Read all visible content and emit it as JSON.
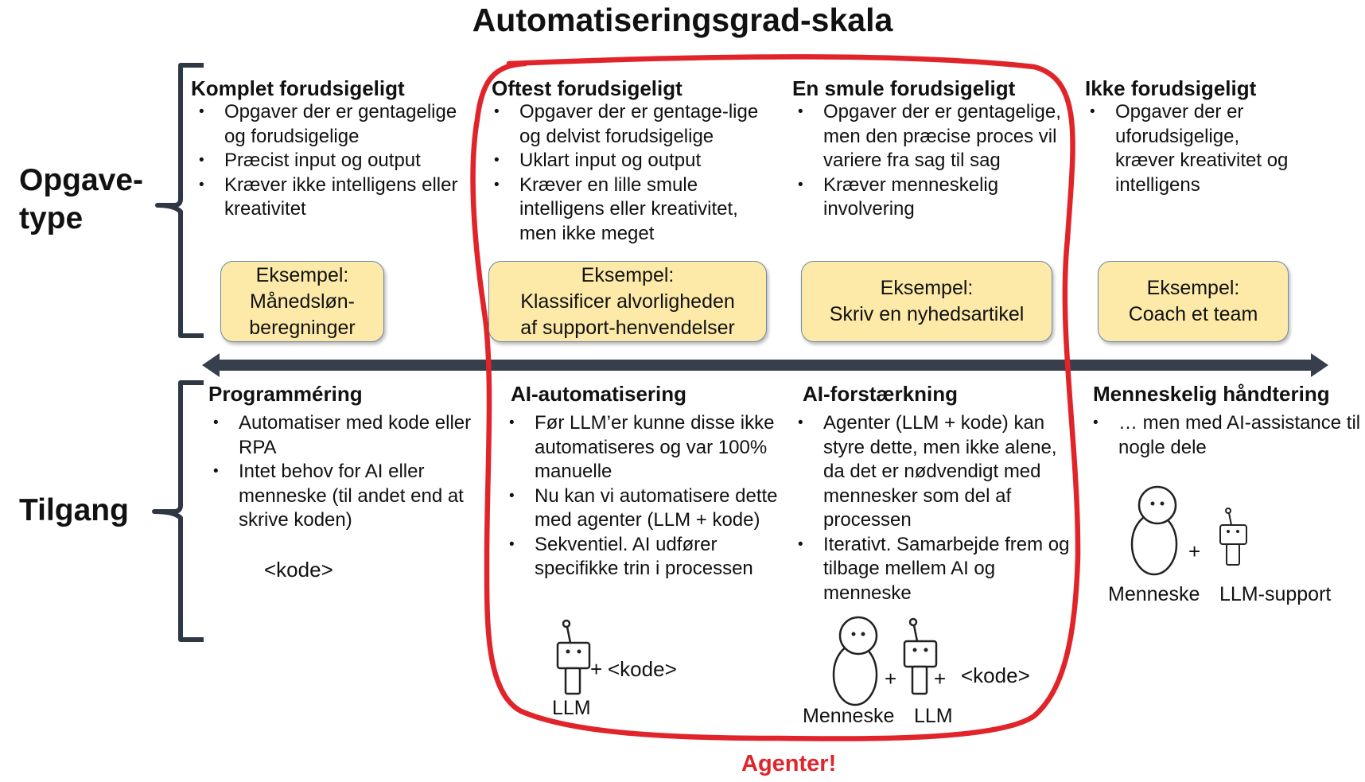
{
  "title": "Automatiseringsgrad-skala",
  "row_labels": {
    "task_type_line1": "Opgave-",
    "task_type_line2": "type",
    "approach": "Tilgang"
  },
  "task_columns": [
    {
      "heading": "Komplet forudsigeligt",
      "bullets": [
        "Opgaver der er gentagelige og forudsigelige",
        "Præcist input og output",
        "Kræver ikke intelligens eller kreativitet"
      ],
      "example_label": "Eksempel:",
      "example_lines": [
        "Månedsløn-",
        "beregninger"
      ]
    },
    {
      "heading": "Oftest forudsigeligt",
      "bullets": [
        "Opgaver der er gentage-lige og delvist forudsigelige",
        "Uklart input og output",
        "Kræver en lille smule intelligens eller kreativitet, men ikke meget"
      ],
      "example_label": "Eksempel:",
      "example_lines": [
        "Klassificer alvorligheden",
        "af support-henvendelser"
      ]
    },
    {
      "heading": "En smule forudsigeligt",
      "bullets": [
        "Opgaver der er gentagelige, men den præcise proces vil variere fra sag til sag",
        "Kræver menneskelig involvering"
      ],
      "example_label": "Eksempel:",
      "example_lines": [
        "Skriv en nyhedsartikel"
      ]
    },
    {
      "heading": "Ikke forudsigeligt",
      "bullets": [
        "Opgaver der er uforudsigelige, kræver kreativitet og intelligens"
      ],
      "example_label": "Eksempel:",
      "example_lines": [
        "Coach et team"
      ]
    }
  ],
  "approach_columns": [
    {
      "heading": "Programméring",
      "bullets": [
        "Automatiser med kode eller RPA",
        "Intet behov for AI eller menneske (til andet end at skrive koden)"
      ]
    },
    {
      "heading": "AI-automatisering",
      "bullets": [
        "Før LLM’er kunne disse ikke automatiseres og var 100% manuelle",
        "Nu kan vi automatisere dette med agenter (LLM + kode)",
        "Sekventiel. AI udfører specifikke trin i processen"
      ]
    },
    {
      "heading": "AI-forstærkning",
      "bullets": [
        "Agenter (LLM + kode) kan styre dette, men ikke alene, da det er nødvendigt med mennesker som del af processen",
        "Iterativt. Samarbejde frem og tilbage mellem AI og menneske"
      ]
    },
    {
      "heading": "Menneskelig håndtering",
      "bullets": [
        "… men med AI-assistance til nogle dele"
      ]
    }
  ],
  "symbols": {
    "code": "<kode>",
    "plus": "+",
    "llm": "LLM",
    "human": "Menneske",
    "llm_support": "LLM-support"
  },
  "agents_label": "Agenter!",
  "colors": {
    "highlight": "#e1242a",
    "example_fill": "#fdeaa8",
    "arrow": "#363f4b",
    "bracket": "#2e3845"
  }
}
